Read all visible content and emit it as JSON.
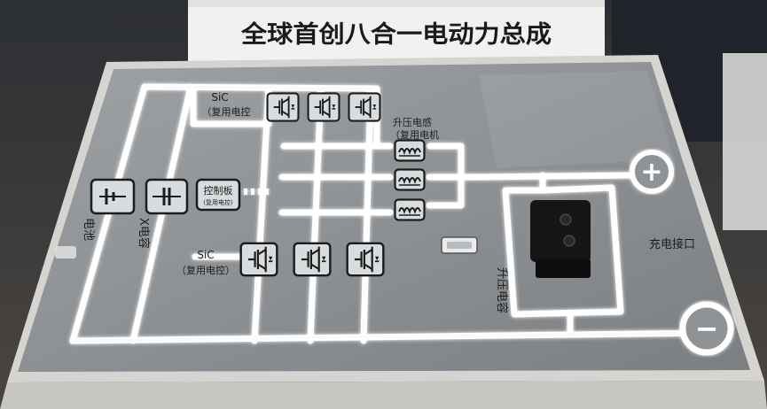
{
  "header": {
    "title": "全球首创八合一电动力总成"
  },
  "board": {
    "battery_label": "电池",
    "x_capacitor_label": "X电容",
    "controller_label": "控制板",
    "controller_sub_label": "(复用电控)",
    "sic_top_label": "SiC",
    "sic_top_sub_label": "（复用电控",
    "sic_bottom_label": "SiC",
    "sic_bottom_sub_label": "（复用电控）",
    "boost_inductor_label": "升压电感",
    "boost_inductor_sub_label": "（复用电机",
    "boost_capacitor_label": "升压电容",
    "charge_port_label": "充电接口",
    "plus_symbol": "+",
    "minus_symbol": "−"
  },
  "colors": {
    "line_glow": "#ffffff",
    "board_surface": "#8f9396",
    "frame": "#d6d4d0",
    "dark_ink": "#1c1c1c"
  }
}
